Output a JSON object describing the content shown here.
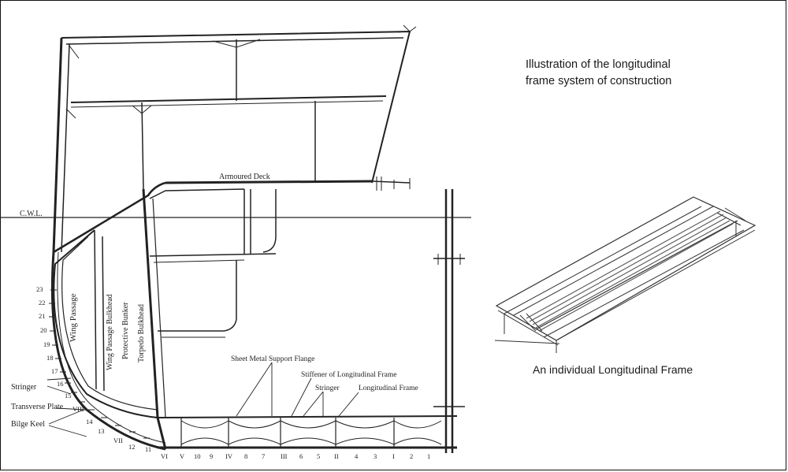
{
  "title": {
    "line1": "Illustration of the longitudinal",
    "line2": "frame system of construction"
  },
  "caption": "An individual Longitudinal Frame",
  "labels": {
    "armoured_deck": "Armoured Deck",
    "cwl": "C.W.L.",
    "wing_passage": "Wing Passage",
    "wing_passage_bulkhead": "Wing Passage Bulkhead",
    "protective_bunker": "Protective Bunker",
    "torpedo_bulkhead": "Torpedo Bulkhead",
    "sheet_metal_support_flange": "Sheet Metal Support Flange",
    "stiffener": "Stiffener of Longitudinal Frame",
    "stringer_right": "Stringer",
    "longitudinal_frame": "Longitudinal Frame",
    "stringer_left": "Stringer",
    "transverse_plate": "Transverse Plate",
    "bilge_keel": "Bilge Keel"
  },
  "side_numbers": [
    "23",
    "22",
    "21",
    "20",
    "19",
    "18",
    "17",
    "16",
    "15",
    "14",
    "13",
    "12",
    "11"
  ],
  "bottom_numbers": [
    "VIII",
    "VII",
    "VI",
    "V",
    "10",
    "9",
    "IV",
    "8",
    "7",
    "III",
    "6",
    "5",
    "II",
    "4",
    "3",
    "I",
    "2",
    "1"
  ]
}
